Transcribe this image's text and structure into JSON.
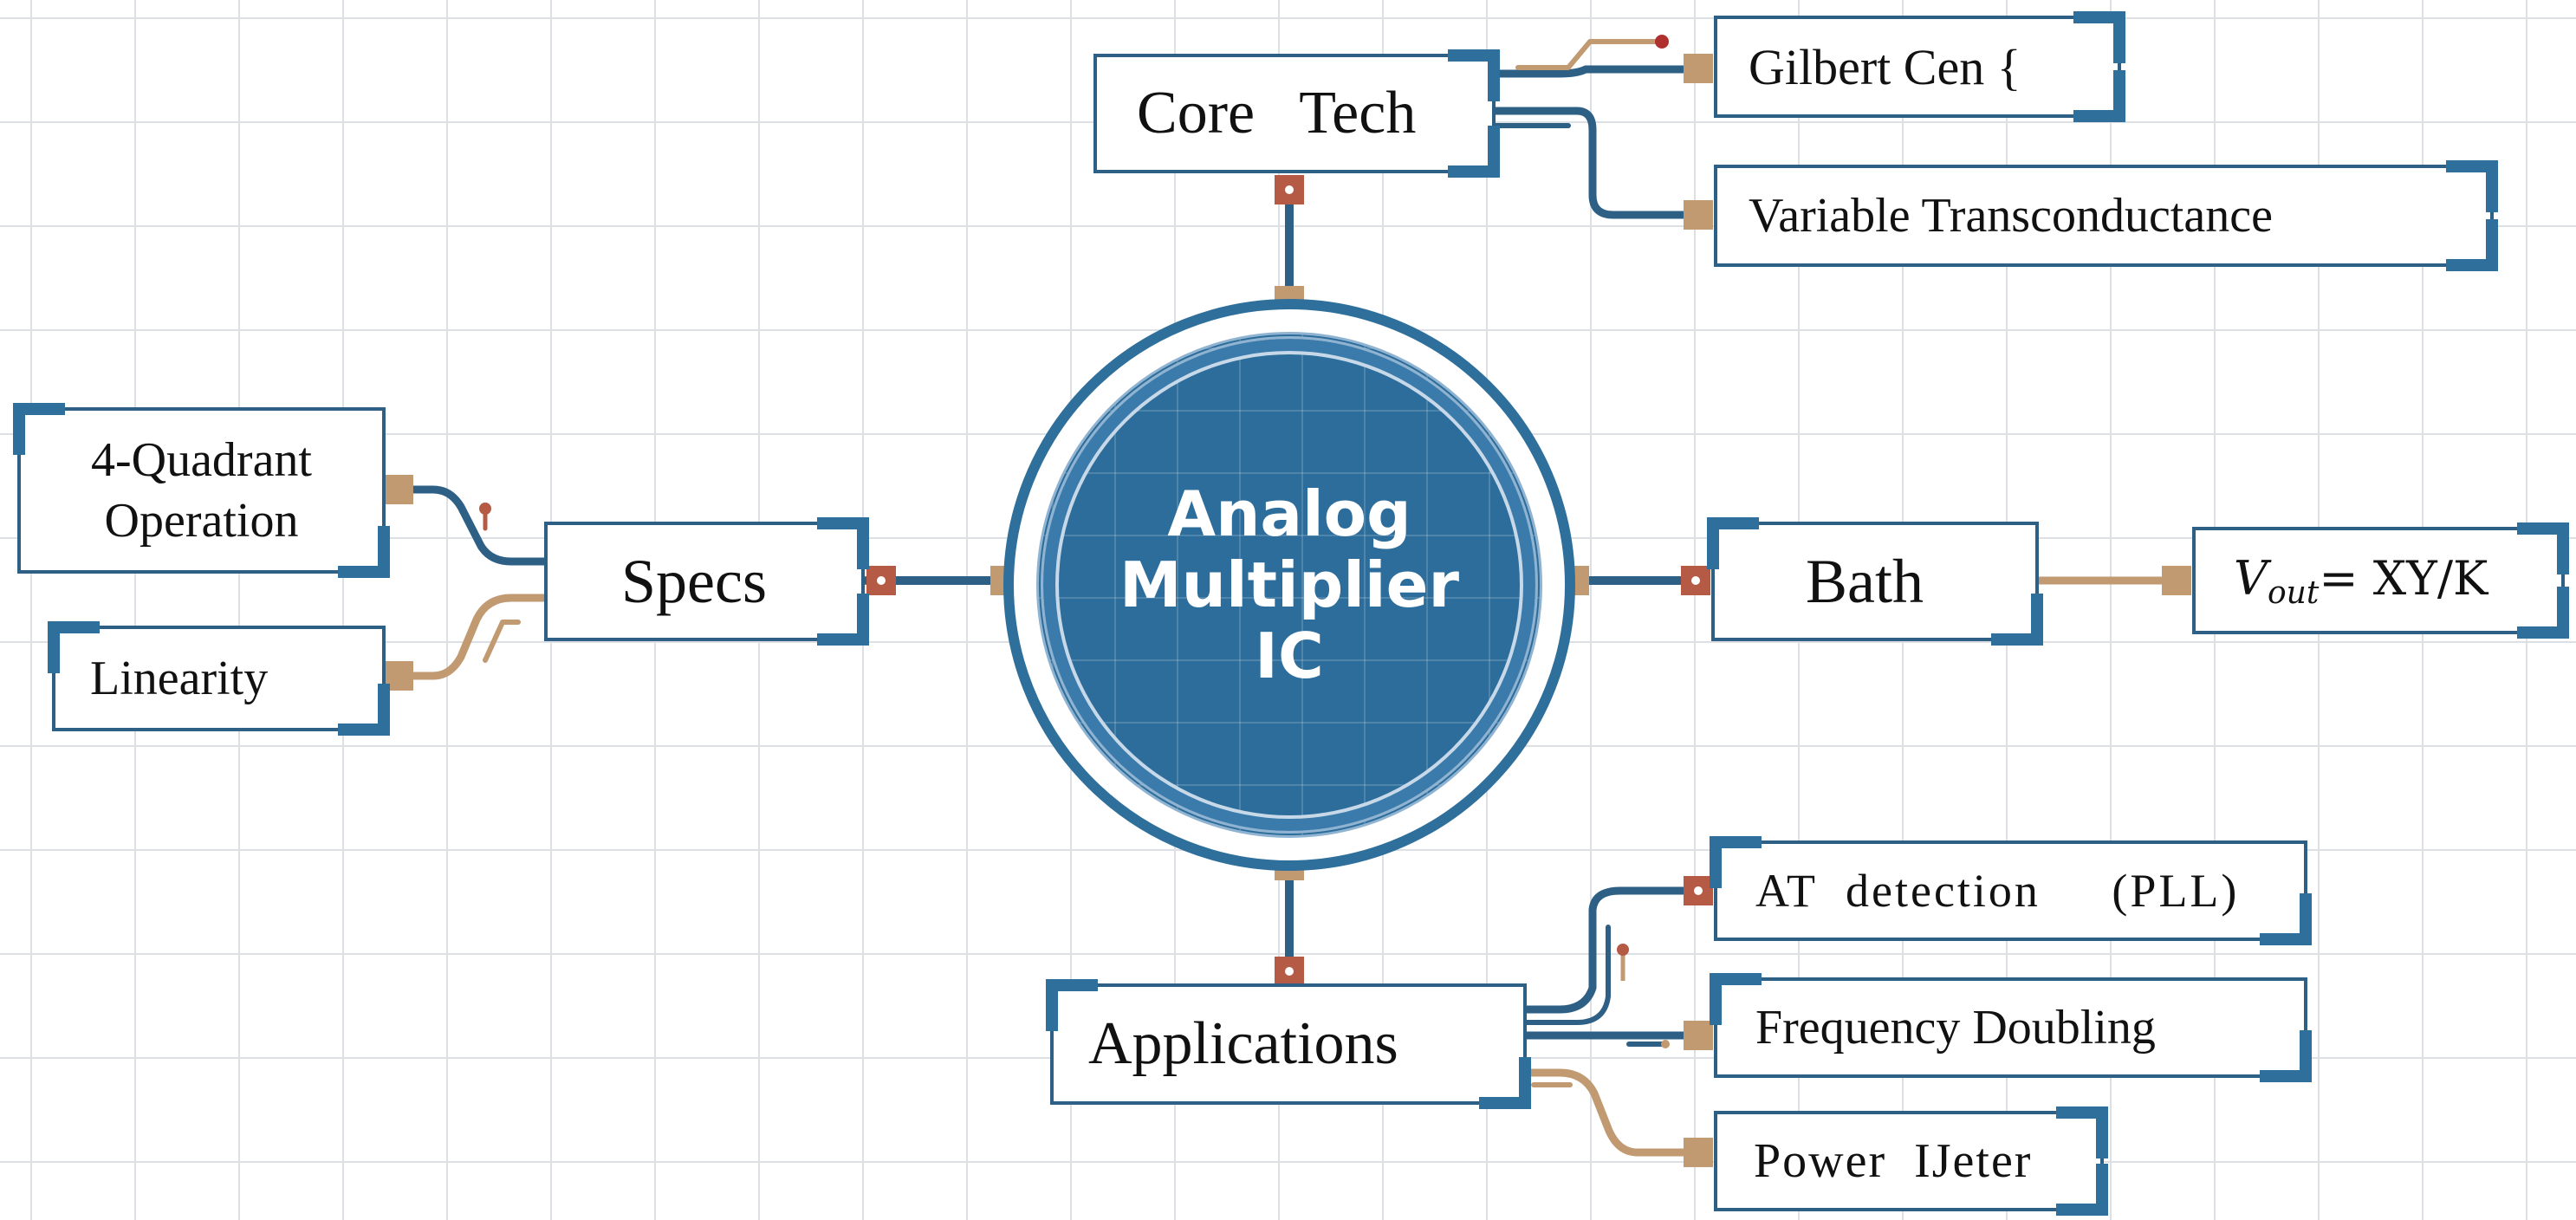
{
  "colors": {
    "wire_blue": "#2e5f85",
    "wire_tan": "#c19a72",
    "via_red": "#b45a45",
    "hub_fill": "#2d6d9b",
    "grid": "#dcdfe3"
  },
  "hub": {
    "line1": "Analog",
    "line2": "Multiplier",
    "line3": "IC"
  },
  "branches": {
    "core_tech": {
      "label": "Core   Tech",
      "children": [
        "Gilbert Cen {",
        "Variable Transconductance"
      ]
    },
    "specs": {
      "label": "Specs",
      "children": [
        "4-Quadrant",
        "Operation",
        "Linearity"
      ]
    },
    "bath": {
      "label": "Bath",
      "formula": {
        "lhs": "V",
        "sub": "out",
        "rhs": "= XY/K"
      }
    },
    "applications": {
      "label": "Applications",
      "children": [
        "AT  detection     (PLL)",
        "Frequency Doubling",
        "Power  IJeter"
      ]
    }
  }
}
